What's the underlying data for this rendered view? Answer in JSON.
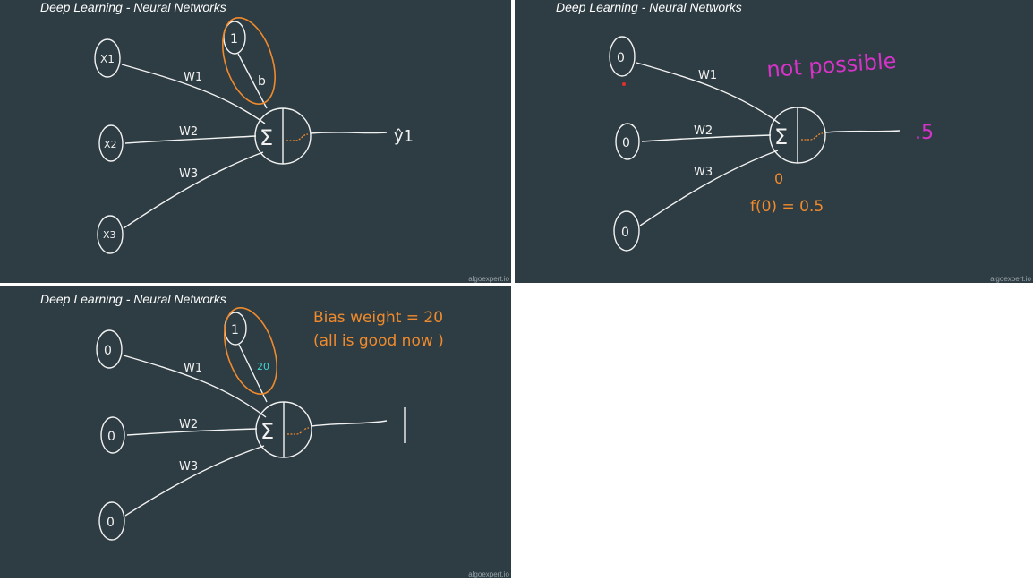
{
  "panels": [
    {
      "title": "Deep Learning - Neural Networks",
      "watermark": "algoexpert.io",
      "inputs": [
        "X1",
        "X2",
        "X3"
      ],
      "weights": [
        "W1",
        "W2",
        "W3"
      ],
      "bias_node": "1",
      "bias_weight": "b",
      "sum_symbol": "Σ",
      "output": "ŷ1"
    },
    {
      "title": "Deep Learning - Neural Networks",
      "watermark": "algoexpert.io",
      "inputs": [
        "0",
        "0",
        "0"
      ],
      "weights": [
        "W1",
        "W2",
        "W3"
      ],
      "sum_symbol": "Σ",
      "sum_value": "0",
      "function_value": "f(0) = 0.5",
      "output": ".5",
      "note": "not possible"
    },
    {
      "title": "Deep Learning - Neural Networks",
      "watermark": "algoexpert.io",
      "inputs": [
        "0",
        "0",
        "0"
      ],
      "weights": [
        "W1",
        "W2",
        "W3"
      ],
      "bias_node": "1",
      "bias_weight": "20",
      "sum_symbol": "Σ",
      "output": "1",
      "note_line1": "Bias weight = 20",
      "note_line2": "(all is good now )"
    }
  ],
  "colors": {
    "background": "#2e3d43",
    "chalk": "#f2f2f2",
    "orange": "#f08a2c",
    "magenta": "#d633c8",
    "cyan": "#3fd6d6",
    "red": "#e03030"
  }
}
